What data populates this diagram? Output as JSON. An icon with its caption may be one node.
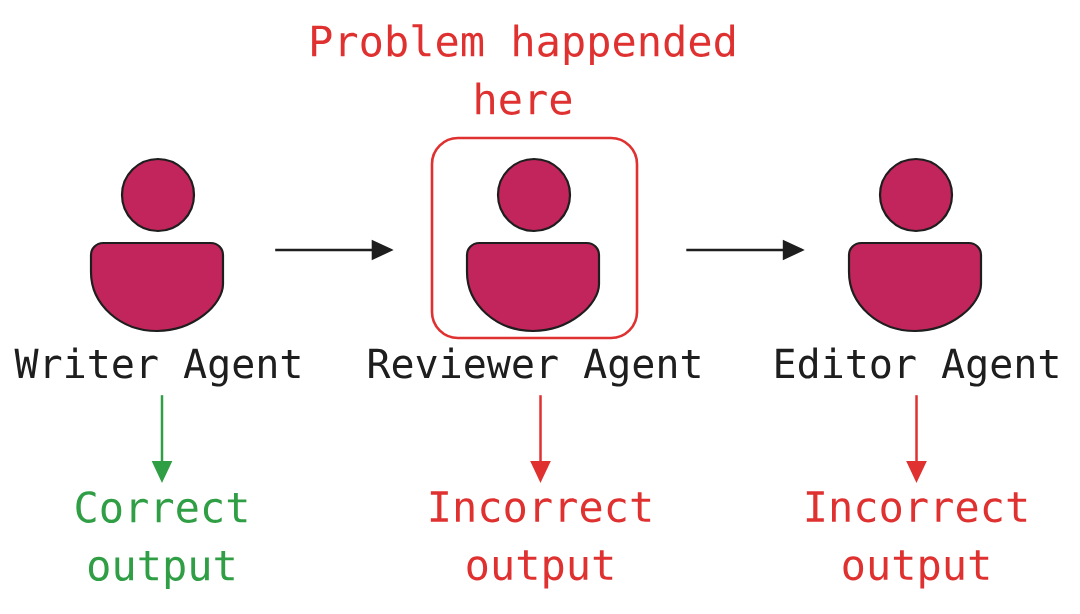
{
  "diagram": {
    "nodes": [
      {
        "text": [],
        "shape": "person",
        "beside": [
          "Writer Agent"
        ]
      },
      {
        "text": [
          "Problem happended here"
        ]
      },
      {
        "text": [],
        "shape": "person",
        "beside": [
          "Reviewer Agent"
        ],
        "in": 1
      },
      {
        "text": [],
        "shape": "person",
        "beside": [
          "Editor Agent"
        ]
      },
      {
        "text": [
          "Correct output"
        ]
      },
      {
        "text": [
          "Incorrect output"
        ]
      },
      {
        "text": [
          "Incorrect output"
        ]
      }
    ],
    "edges": [
      {
        "from": 0,
        "to": 1,
        "arrow": "to"
      },
      {
        "from": 1,
        "to": 3,
        "arrow": "to"
      },
      {
        "from": 0,
        "to": 4,
        "arrow": "to",
        "color": "#2f9e44"
      },
      {
        "from": 2,
        "to": 5,
        "arrow": "to",
        "color": "#e03131"
      },
      {
        "from": 3,
        "to": 6,
        "arrow": "to",
        "color": "#e03131"
      }
    ]
  }
}
